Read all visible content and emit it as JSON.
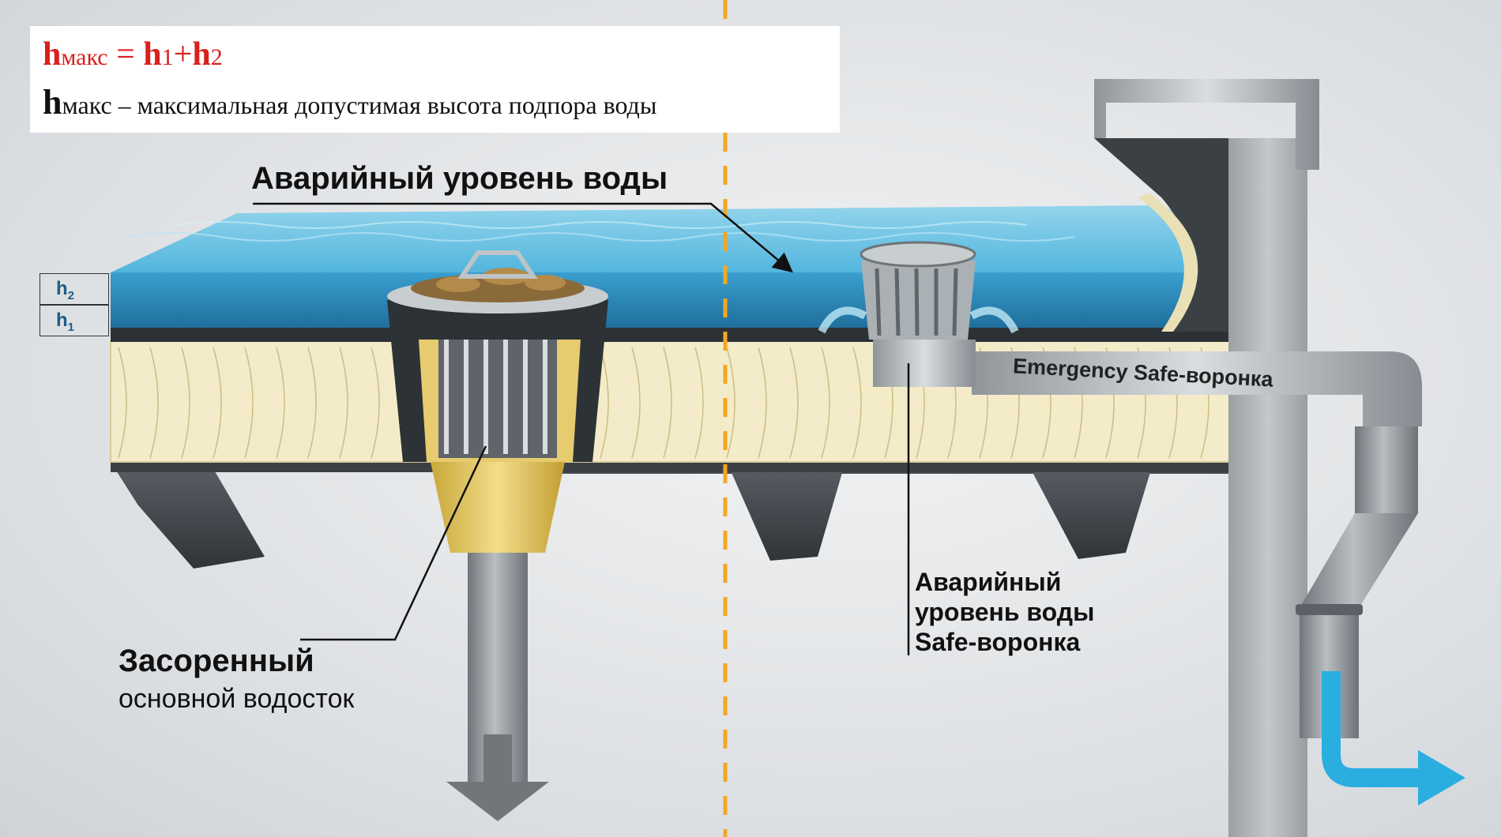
{
  "formula": {
    "h": "h",
    "max_sub": "макс",
    "equals": " = ",
    "h1_base": "h",
    "h1_sub": "1",
    "plus": "+",
    "h2_base": "h",
    "h2_sub": "2",
    "desc_h": "h",
    "desc_sub": "макс",
    "desc_text": " – максимальная допустимая высота подпора воды"
  },
  "labels": {
    "emergency_level": "Аварийный уровень воды",
    "clogged_title": "Засоренный",
    "clogged_sub": "основной водосток",
    "safe_line1": "Аварийный",
    "safe_line2": "уровень воды",
    "safe_line3": "Safe-воронка",
    "emergency_safe": "Emergency Safe-воронка"
  },
  "levels": {
    "h2_base": "h",
    "h2_sub": "2",
    "h1_base": "h",
    "h1_sub": "1"
  },
  "colors": {
    "formula_red": "#d9201c",
    "water": "#3fa6cf",
    "insulation": "#f4ecc8",
    "divider": "#f5a623",
    "outflow_arrow": "#2aaee0",
    "drain_yellow": "#e8c85a"
  }
}
